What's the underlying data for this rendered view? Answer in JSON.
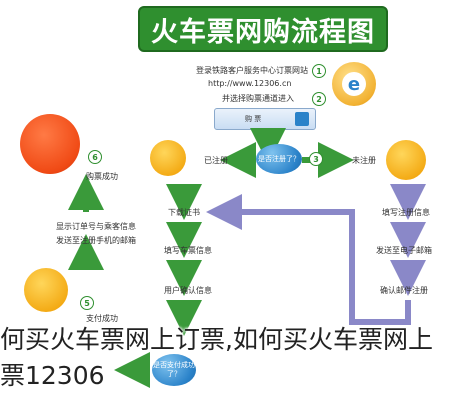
{
  "title": "火车票网购流程图",
  "steps_top": {
    "line1": "登录铁路客户服务中心订票网站",
    "line2": "http://www.12306.cn",
    "line3": "并选择购票通道进入"
  },
  "numbers": {
    "n1": "1",
    "n2": "2",
    "n3": "3",
    "n5": "5",
    "n6": "6"
  },
  "browser_box_label": "购 票",
  "flow": {
    "registered": "已注册",
    "is_registered": "是否注册了？",
    "not_registered": "未注册",
    "download_cert": "下载证书",
    "fill_reg": "填写注册信息",
    "send_email": "发送至电子邮箱",
    "confirm_reg": "确认邮件注册",
    "fill_ticket": "填写车票信息",
    "user_confirm": "用户确认信息",
    "is_paid": "是否支付成功了？",
    "pay_success": "支付成功",
    "sms_info": "显示订单号与乘客信息",
    "send_phone": "发送至注册手机的邮箱",
    "buy_success": "购票成功"
  },
  "overlay_caption": "何买火车票网上订票,如何买火车票网上票12306",
  "colors": {
    "banner": "#2f8f2f",
    "arrow_green": "#3a9a3a",
    "arrow_purple": "#8a88c8",
    "bubble_blue": "#2a82c9"
  }
}
